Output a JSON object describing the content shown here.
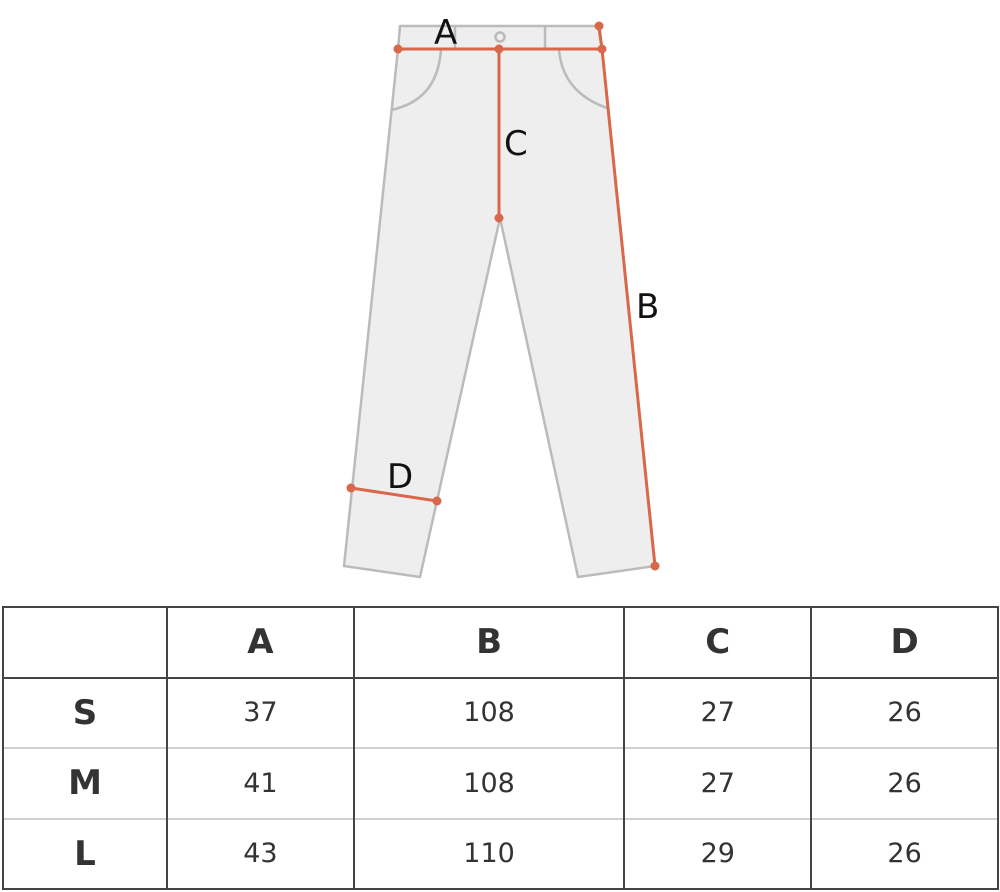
{
  "diagram": {
    "labels": {
      "A": "A",
      "B": "B",
      "C": "C",
      "D": "D"
    },
    "colors": {
      "measure": "#d9674a",
      "fill": "#eeeeee",
      "outline": "#bbbbbb"
    }
  },
  "table": {
    "headers": [
      "",
      "A",
      "B",
      "C",
      "D"
    ],
    "rows": [
      {
        "size": "S",
        "values": [
          "37",
          "108",
          "27",
          "26"
        ]
      },
      {
        "size": "M",
        "values": [
          "41",
          "108",
          "27",
          "26"
        ]
      },
      {
        "size": "L",
        "values": [
          "43",
          "110",
          "29",
          "26"
        ]
      }
    ]
  }
}
